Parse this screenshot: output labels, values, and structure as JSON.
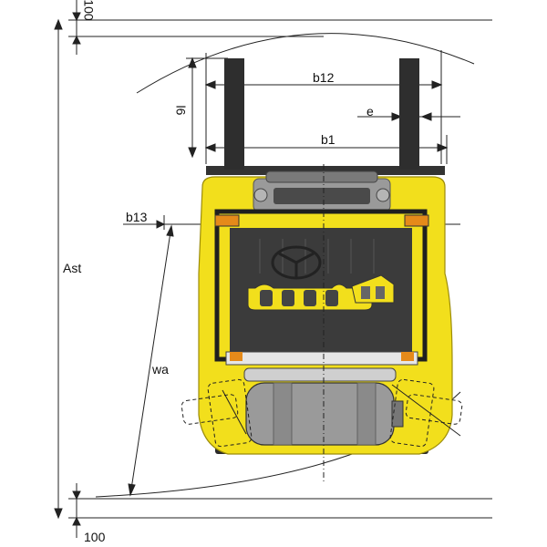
{
  "labels": {
    "top_offset": "100",
    "bottom_offset": "100",
    "ast": "Ast",
    "wa": "wa",
    "b13": "b13",
    "b12": "b12",
    "b1": "b1",
    "e": "e",
    "l6": "l6"
  },
  "colors": {
    "body": "#f2df1c",
    "body_dark": "#c9b60d",
    "cabin": "#3a3a3a",
    "fork": "#2e2e2e",
    "mast": "#8e8e8e",
    "line": "#222222"
  }
}
